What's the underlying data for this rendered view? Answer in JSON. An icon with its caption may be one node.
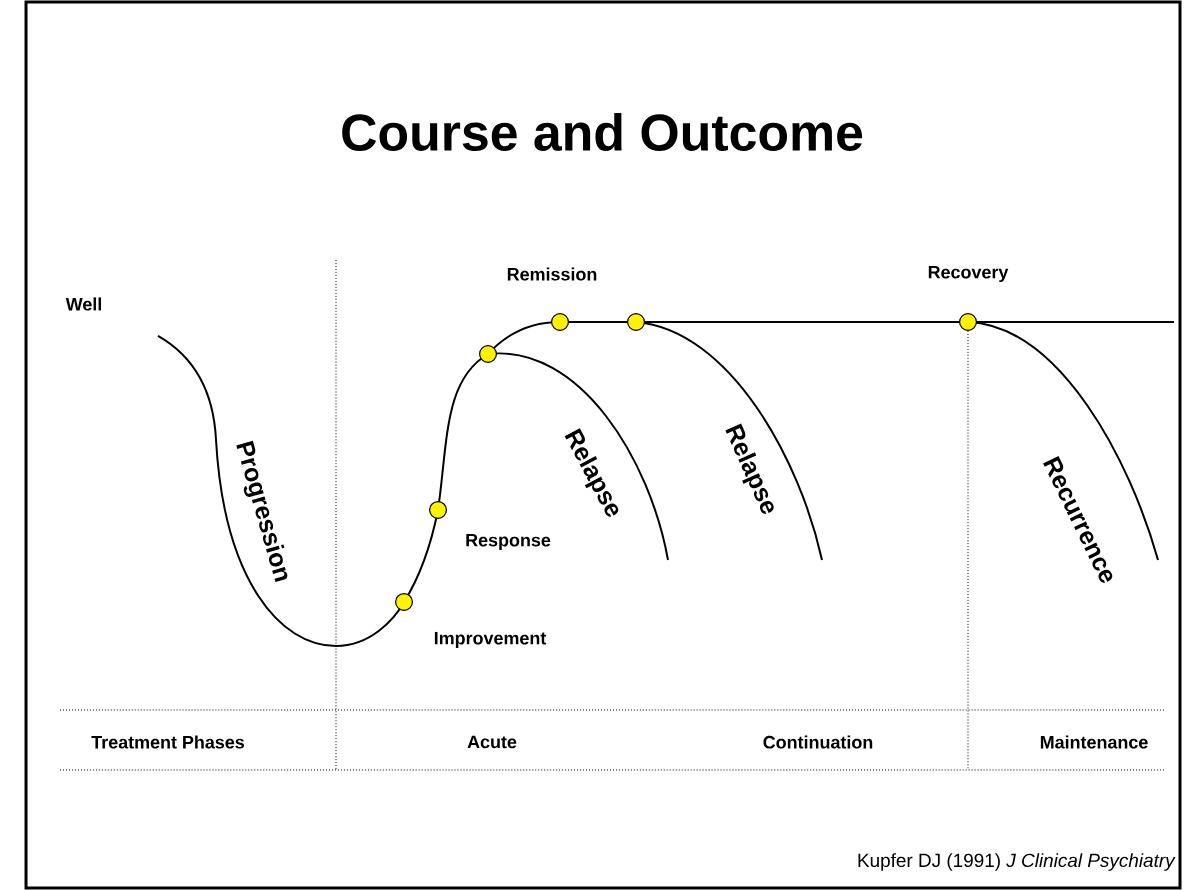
{
  "diagram": {
    "title": "Course and Outcome",
    "caption": "Kupfer DJ (1991) *J Clinical Psychiatry*",
    "labels": [
      "Well",
      "Remission",
      "Recovery",
      "Progression",
      "Relapse",
      "Relapse",
      "Recurrence",
      "Response",
      "Improvement",
      "Treatment Phases",
      "Acute",
      "Continuation",
      "Maintenance"
    ]
  }
}
